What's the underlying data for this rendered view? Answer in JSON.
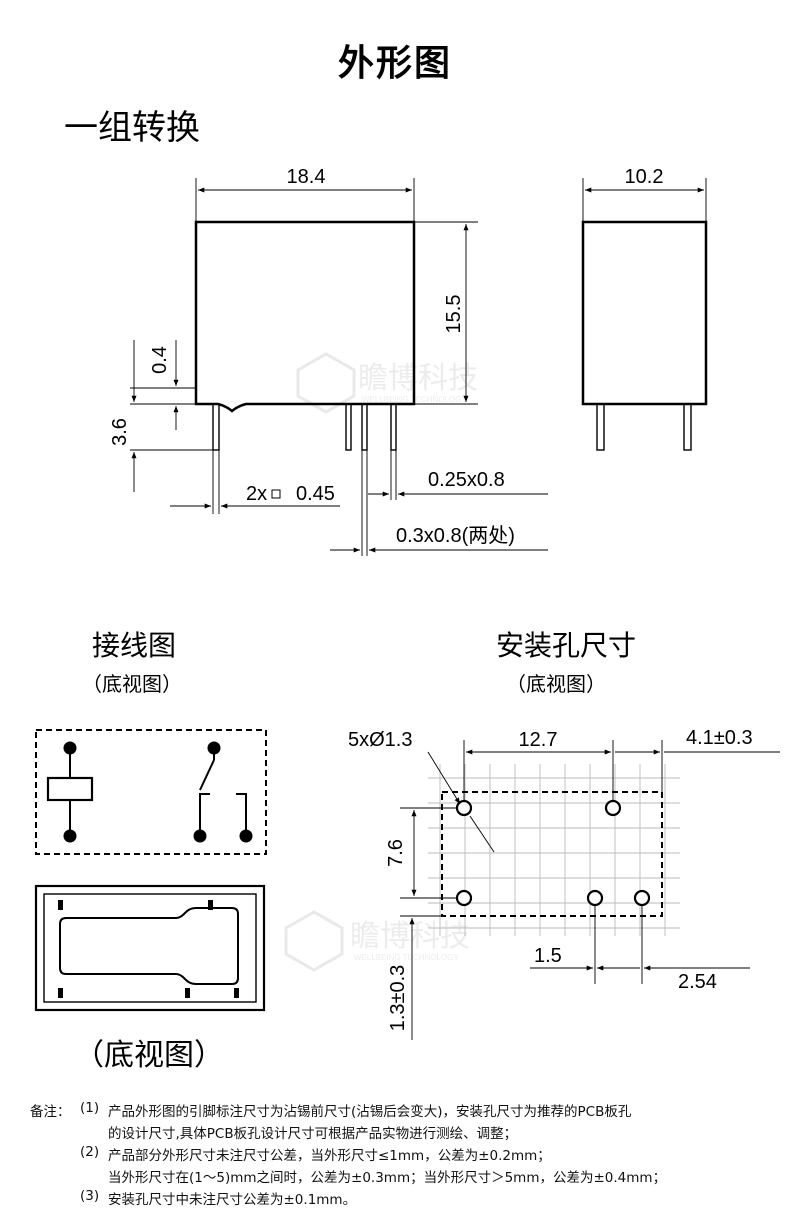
{
  "page_title": "外形图",
  "section_title": "一组转换",
  "outline": {
    "dim_width": "18.4",
    "dim_depth": "10.2",
    "dim_height": "15.5",
    "dim_standoff": "0.4",
    "dim_pin_len": "3.6",
    "dim_pin_small": "0.45",
    "dim_pin_small_prefix": "2x",
    "dim_pin_mid": "0.25x0.8",
    "dim_pin_large": "0.3x0.8(两处)"
  },
  "wiring": {
    "title": "接线图",
    "subtitle": "（底视图）",
    "bottom_label": "（底视图）"
  },
  "mounting": {
    "title": "安装孔尺寸",
    "subtitle": "（底视图）",
    "dim_holes": "5xØ1.3",
    "dim_pitch_x": "12.7",
    "dim_edge": "4.1±0.3",
    "dim_pitch_y": "7.6",
    "dim_gap": "1.5",
    "dim_grid": "2.54",
    "dim_offset": "1.3±0.3"
  },
  "watermark": {
    "text": "瞻博科技",
    "sub": "WELLBEING TECHNOLOGY"
  },
  "notes": {
    "label": "备注：",
    "n1_num": "(1)",
    "n1_line1": "产品外形图的引脚标注尺寸为沾锡前尺寸(沾锡后会变大)，安装孔尺寸为推荐的PCB板孔",
    "n1_line2": "的设计尺寸,具体PCB板孔设计尺寸可根据产品实物进行测绘、调整；",
    "n2_num": "(2)",
    "n2_line1": "产品部分外形尺寸未注尺寸公差，当外形尺寸≤1mm，公差为±0.2mm；",
    "n2_line2": "当外形尺寸在(1～5)mm之间时，公差为±0.3mm；当外形尺寸＞5mm，公差为±0.4mm；",
    "n3_num": "(3)",
    "n3_line1": "安装孔尺寸中未注尺寸公差为±0.1mm。"
  }
}
